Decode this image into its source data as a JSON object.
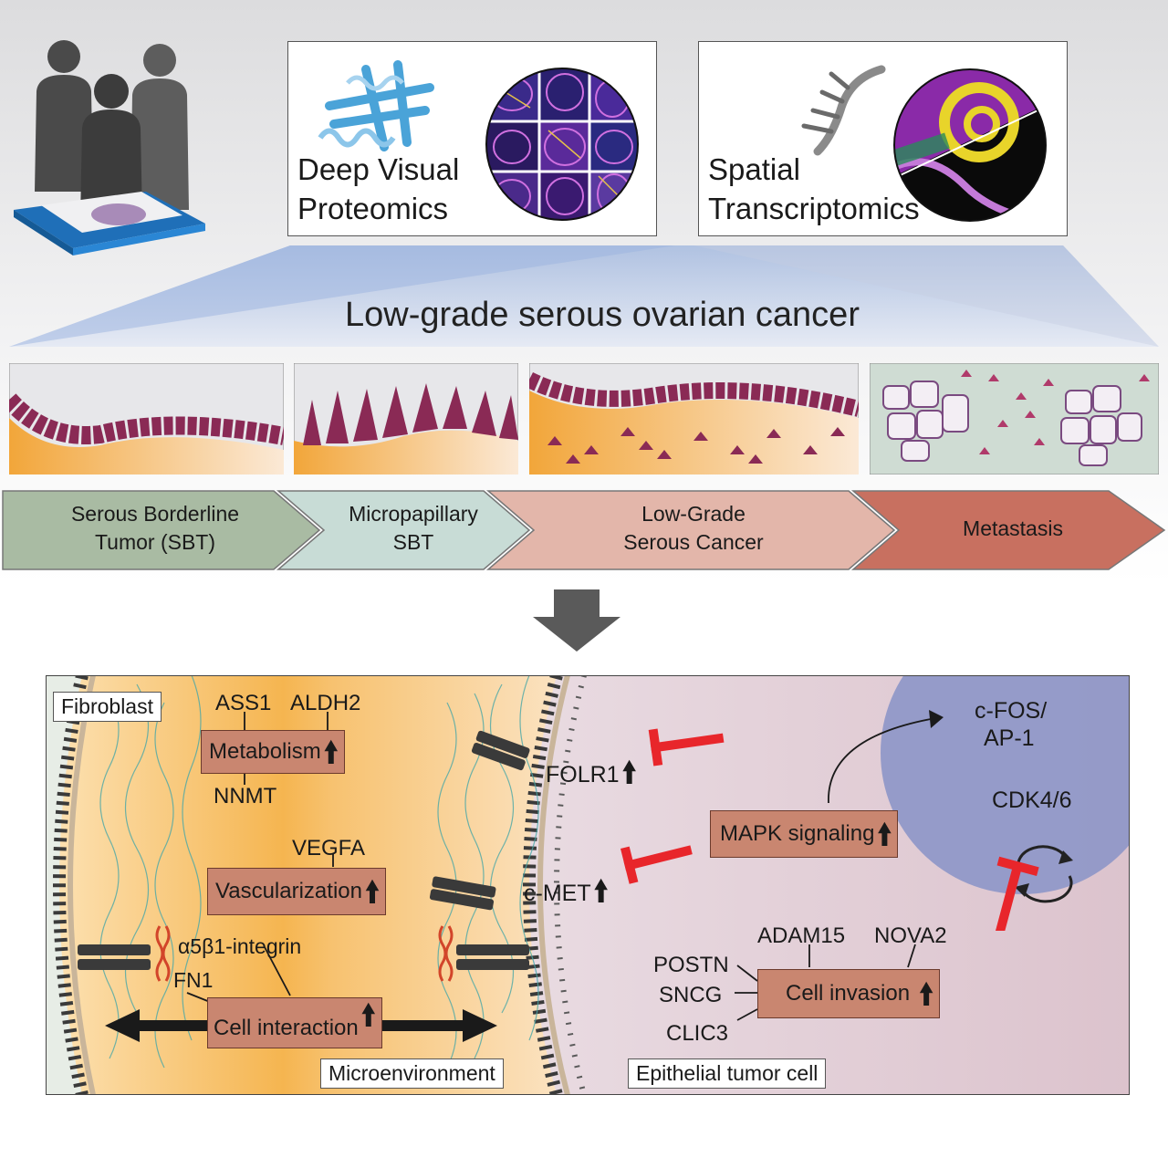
{
  "methods": {
    "proteomics": {
      "line1": "Deep Visual",
      "line2": "Proteomics"
    },
    "transcriptomics": {
      "line1": "Spatial",
      "line2": "Transcriptomics"
    }
  },
  "main_title": "Low-grade serous ovarian cancer",
  "stages": [
    {
      "line1": "Serous Borderline",
      "line2": "Tumor (SBT)",
      "color": "#a9bba3"
    },
    {
      "line1": "Micropapillary",
      "line2": "SBT",
      "color": "#c8dcd6"
    },
    {
      "line1": "Low-Grade",
      "line2": "Serous Cancer",
      "color": "#e3b6aa"
    },
    {
      "line1": "Metastasis",
      "line2": "",
      "color": "#c87060"
    }
  ],
  "lower_panel": {
    "fibroblast_label": "Fibroblast",
    "microenvironment_label": "Microenvironment",
    "epithelial_label": "Epithelial tumor cell",
    "metabolism": {
      "label": "Metabolism",
      "genes": [
        "ASS1",
        "ALDH2",
        "NNMT"
      ]
    },
    "vascularization": {
      "label": "Vascularization",
      "gene": "VEGFA"
    },
    "cell_interaction": {
      "label": "Cell interaction",
      "integrin": "α5β1-integrin",
      "ligand": "FN1"
    },
    "folr1": "FOLR1",
    "cmet": "c-MET",
    "mapk": "MAPK signaling",
    "nucleus": {
      "cfos_line1": "c-FOS/",
      "cfos_line2": "AP-1",
      "cdk": "CDK4/6"
    },
    "cell_invasion": {
      "label": "Cell invasion",
      "genes_top": [
        "ADAM15",
        "NOVA2"
      ],
      "genes_left": [
        "POSTN",
        "SNCG",
        "CLIC3"
      ]
    },
    "up_symbol": "🠝"
  },
  "colors": {
    "stroma": "#f2b14a",
    "inhibitor": "#e8262b",
    "process_box": "#c98670",
    "nucleus": "#8d96c8"
  }
}
